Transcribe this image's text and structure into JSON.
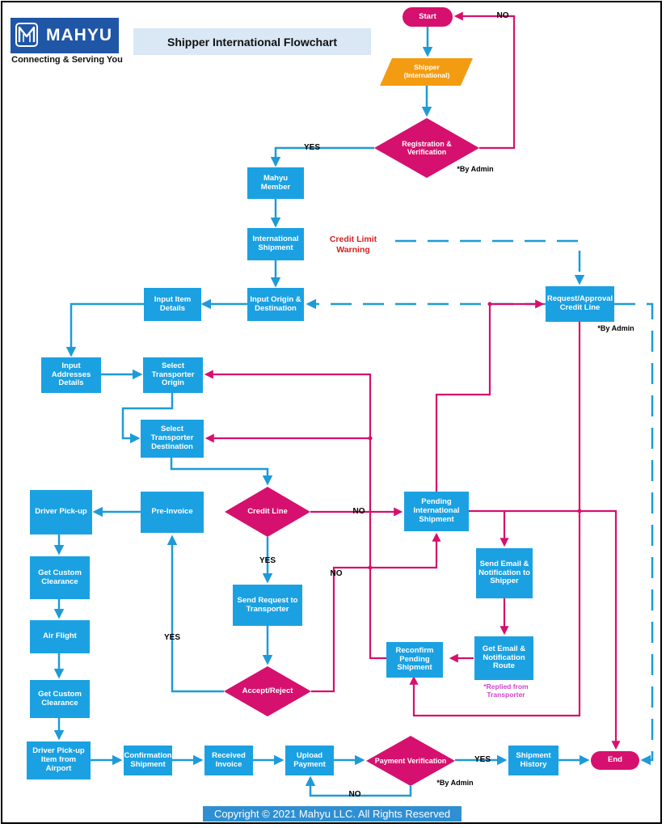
{
  "header": {
    "brand": "MAHYU",
    "tagline": "Connecting & Serving You",
    "title": "Shipper International Flowchart"
  },
  "footer": {
    "copyright": "Copyright © 2021 Mahyu LLC. All Rights Reserved"
  },
  "colors": {
    "process_box": "#1ba1e2",
    "decision": "#d6106e",
    "io_shape": "#f39c12",
    "flow_blue": "#1e9bd7",
    "flow_magenta": "#d6106e",
    "warning_text": "#d62020",
    "note_text": "#cc44cc"
  },
  "nodes": {
    "start": "Start",
    "shipper": "Shipper (International)",
    "registration": "Registration & Verification",
    "mahyu_member": "Mahyu Member",
    "intl_shipment": "International Shipment",
    "input_origin": "Input Origin & Destination",
    "input_item": "Input Item Details",
    "input_addresses": "Input Addresses Details",
    "select_origin": "Select Transporter Origin",
    "select_destination": "Select Transporter Destination",
    "request_approval": "Request/Approval Credit Line",
    "credit_line": "Credit Line",
    "pending": "Pending International Shipment",
    "send_request": "Send Request to Transporter",
    "accept_reject": "Accept/Reject",
    "pre_invoice": "Pre-Invoice",
    "driver_pickup": "Driver Pick-up",
    "custom1": "Get Custom Clearance",
    "air_flight": "Air Flight",
    "custom2": "Get Custom Clearance",
    "driver_airport": "Driver Pick-up Item from Airport",
    "confirmation": "Confirmation Shipment",
    "received_invoice": "Received Invoice",
    "upload_payment": "Upload Payment",
    "payment_verification": "Payment Verification",
    "shipment_history": "Shipment History",
    "end": "End",
    "send_email": "Send Email & Notification to Shipper",
    "get_email": "Get Email & Notification Route",
    "reconfirm": "Reconfirm Pending Shipment"
  },
  "annotations": {
    "by_admin_1": "*By Admin",
    "by_admin_2": "*By Admin",
    "by_admin_3": "*By Admin",
    "credit_warning": "Credit Limit Warning",
    "replied_note": "*Replied from Transporter"
  },
  "edge_labels": {
    "no_start": "NO",
    "yes_registration": "YES",
    "no_credit": "NO",
    "yes_credit": "YES",
    "no_accept": "NO",
    "yes_accept": "YES",
    "yes_payment": "YES",
    "no_payment": "NO"
  }
}
